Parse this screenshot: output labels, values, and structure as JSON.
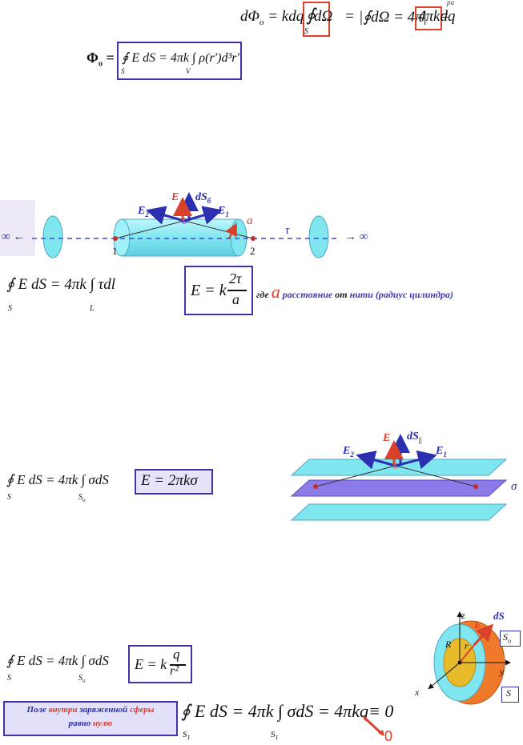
{
  "sec1": {
    "flux_lhs": "dΦ",
    "flux_sub": "o",
    "flux_mid1": "= kdq",
    "int_sym": "∮",
    "d_omega": "dΩ",
    "eq1": "=",
    "abs_part": "|∮dΩ = 4π|",
    "eq2": "=",
    "result": "4πkdq",
    "int_sub": "S",
    "corner_text": "pa",
    "phi_lhs": "Φ",
    "phi_sub": "o",
    "phi_eq": "=",
    "gauss_lhs": "∮ E dS = 4πk ∫ ρ(r′)d³r′",
    "gauss_sub_s": "S",
    "gauss_sub_v": "V"
  },
  "sec2": {
    "labels": {
      "E": "E",
      "dS": "dS",
      "dS_sub": "б",
      "E1": "E",
      "E1_sub": "1",
      "E2": "E",
      "E2_sub": "2",
      "a": "a",
      "tau": "τ",
      "p1": "1",
      "p2": "2",
      "inf_left": "∞ ←",
      "inf_right": "→ ∞"
    },
    "eq_left": "∮ E dS = 4πk ∫ τdl",
    "eq_left_sub_s": "S",
    "eq_left_sub_l": "L",
    "eq_boxed_lhs": "E = k",
    "eq_boxed_num": "2τ",
    "eq_boxed_den": "a",
    "note_gde": "где",
    "note_a": "a",
    "note_text1": "расстояние",
    "note_text2": "от",
    "note_text3": "нити",
    "note_text4": "(радиус",
    "note_text5": "цилиндра)"
  },
  "sec3": {
    "eq_left": "∮ E dS = 4πk ∫ σdS",
    "sub_s": "S",
    "sub_so": "S",
    "sub_so_sub": "o",
    "eq_boxed": "E = 2πkσ",
    "labels": {
      "E": "E",
      "dS": "dS",
      "dS_sub": "||",
      "E1": "E",
      "E1_sub": "1",
      "E2": "E",
      "E2_sub": "2",
      "sigma": "σ"
    }
  },
  "sec4": {
    "eq_left": "∮ E dS = 4πk ∫ σdS",
    "sub_s": "S",
    "sub_so": "S",
    "sub_so_sub": "o",
    "eq_boxed_lhs": "E = k",
    "eq_boxed_num": "q",
    "eq_boxed_den": "r²",
    "note_line1_a": "Поле",
    "note_line1_b": "внутри",
    "note_line1_c": "заряженной",
    "note_line1_d": "сферы",
    "note_line2_a": "равно",
    "note_line2_b": "нулю",
    "eq_bottom": "∮ E dS = 4πk ∫ σdS = 4πkq",
    "eq_bottom_tail": "≡ 0",
    "bottom_sub1": "S",
    "bottom_sub1_sub": "1",
    "bottom_sub2": "S",
    "bottom_sub2_sub": "1",
    "zero": "0",
    "sphere": {
      "z": "z",
      "x": "x",
      "y": "y",
      "dS": "dS",
      "E": "E",
      "R": "R",
      "r": "r",
      "So": "S",
      "So_sub": "o",
      "S": "S"
    }
  },
  "colors": {
    "purple": "#4a2fa8",
    "red": "#d9412a",
    "blue_arrow": "#2b2fb0",
    "cyan": "#7fe6f0",
    "orange": "#f07a2a",
    "violet_plane": "#8a7be8"
  }
}
